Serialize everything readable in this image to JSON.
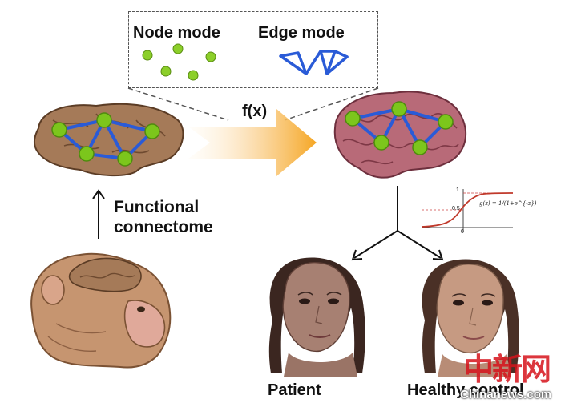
{
  "legend": {
    "node_mode_label": "Node mode",
    "edge_mode_label": "Edge mode"
  },
  "transform_label": "f(x)",
  "connectome_label": {
    "line1": "Functional",
    "line2": "connectome"
  },
  "sigmoid_plot": {
    "formula": "g(z) = 1/(1+e^{-z})",
    "tick_one": "1",
    "tick_half": "0.5",
    "tick_zero": "0"
  },
  "outcomes": {
    "patient_label": "Patient",
    "control_label": "Healthy control"
  },
  "watermark": {
    "logo_text": "中新网",
    "site": "Chinanews.com"
  },
  "colors": {
    "node_green": "#7cc61c",
    "edge_blue": "#2a5bd7",
    "arrow_orange": "#f5a623",
    "brain_pink": "#b86a78",
    "monkey_brain": "#a57a58",
    "watermark_red": "#d6141c"
  }
}
